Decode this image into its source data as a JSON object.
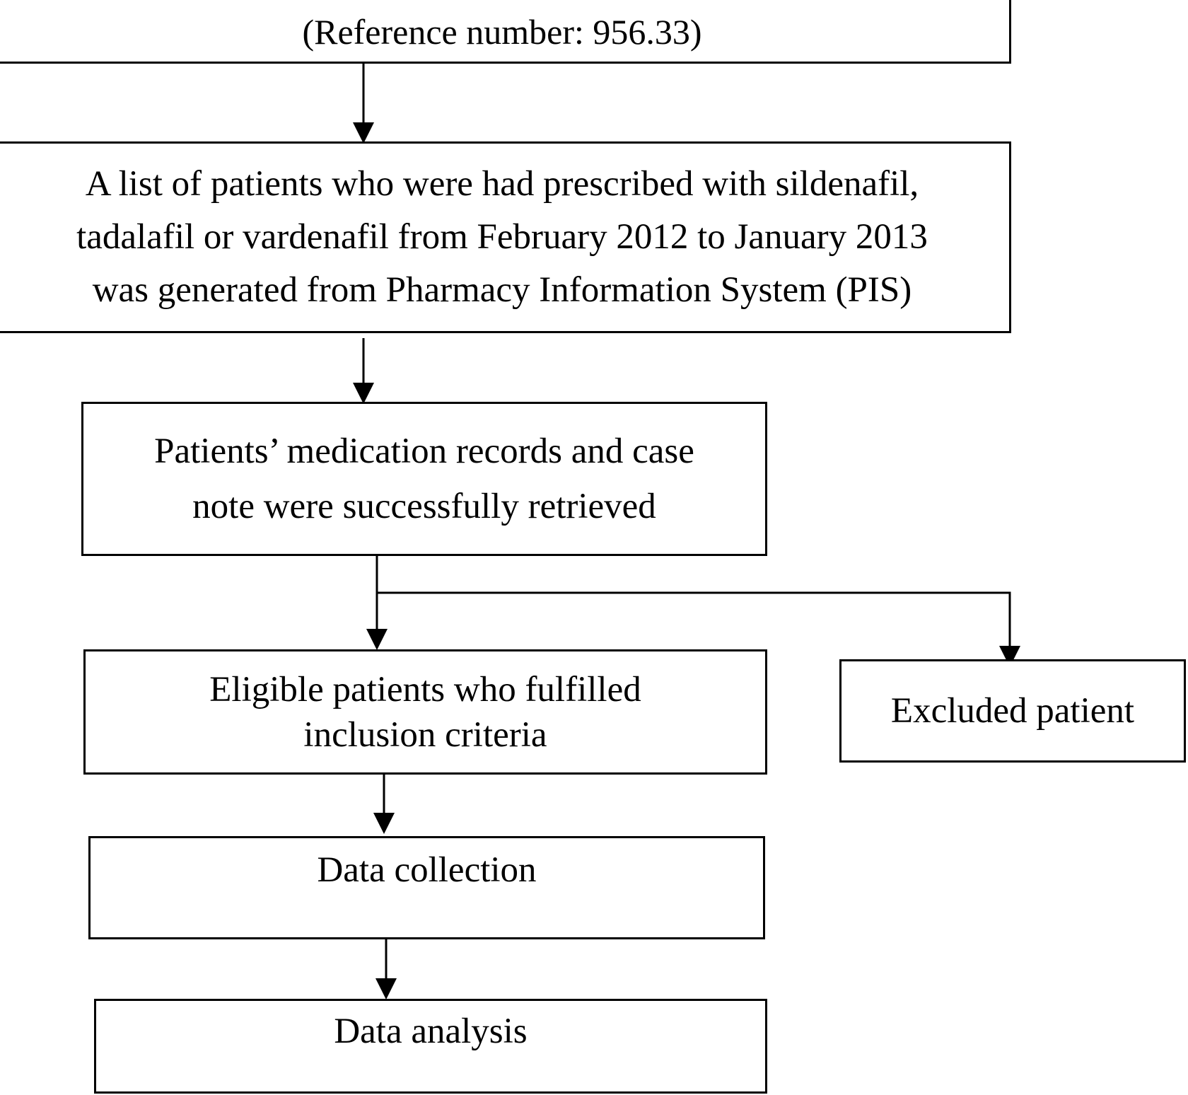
{
  "diagram": {
    "boxes": {
      "approval": {
        "lines": [
          "(Reference number: 956.33)"
        ]
      },
      "patient_list": {
        "lines": [
          "A list of patients who were had prescribed with sildenafil,",
          "tadalafil or vardenafil from February 2012 to January 2013",
          "was generated from Pharmacy Information System (PIS)"
        ]
      },
      "records": {
        "lines": [
          "Patients’ medication records and case",
          "note were successfully retrieved"
        ]
      },
      "eligible": {
        "lines": [
          "Eligible patients who fulfilled",
          "inclusion criteria"
        ]
      },
      "excluded": {
        "lines": [
          "Excluded patient"
        ]
      },
      "collection": {
        "lines": [
          "Data collection"
        ]
      },
      "analysis": {
        "lines": [
          "Data analysis"
        ]
      }
    }
  }
}
